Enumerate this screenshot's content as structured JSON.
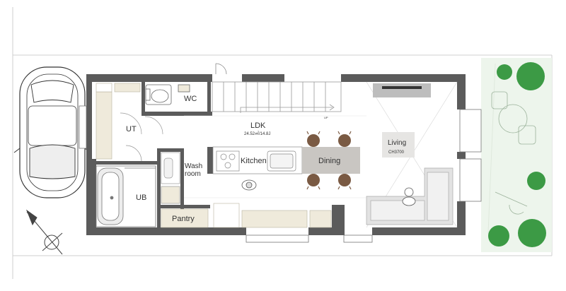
{
  "rooms": {
    "wc": "WC",
    "ut": "UT",
    "ldk": "LDK",
    "ldk_area": "24.52㎡/14.8J",
    "wash_line1": "Wash",
    "wash_line2": "room",
    "kitchen": "Kitchen",
    "dining": "Dining",
    "living": "Living",
    "living_ceiling": "CH3700",
    "ub": "UB",
    "pantry": "Pantry"
  },
  "stair_mark": "UP",
  "colors": {
    "wall": "#5b5b5b",
    "cabinet": "#efeadb",
    "dining_table": "#c9c6c2",
    "living_panel": "#e6e5e3",
    "chair": "#7a5a43",
    "garden": "#edf5ec",
    "plant": "#3c9a45",
    "sofa": "#dcdcdc",
    "tv_board": "#bdbdbd"
  },
  "icons": [
    "car-icon",
    "compass-icon",
    "plant-icon",
    "chair-icon",
    "person-icon",
    "sofa-icon",
    "bathtub-icon",
    "toilet-icon"
  ]
}
